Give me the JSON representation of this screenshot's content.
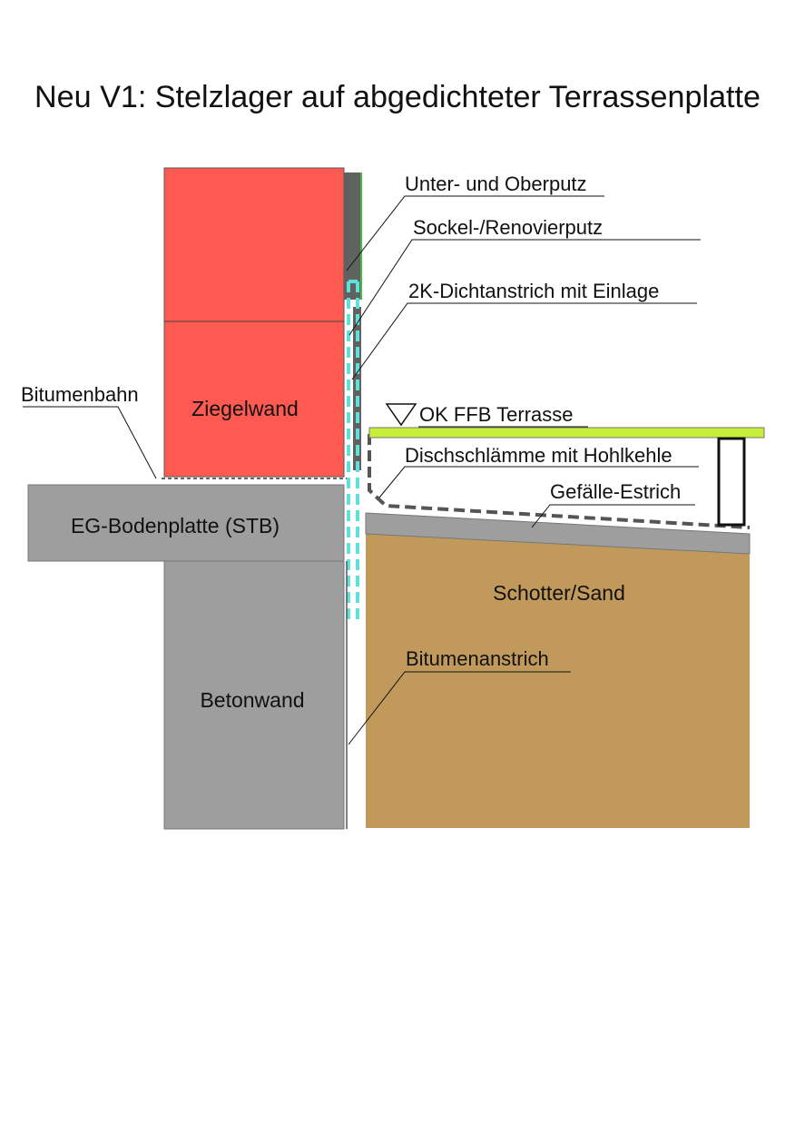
{
  "title": "Neu V1: Stelzlager auf abgedichteter Terrassenplatte",
  "materials": {
    "brick_wall": "Ziegelwand",
    "floor_slab": "EG-Bodenplatte (STB)",
    "concrete_wall": "Betonwand",
    "gravel": "Schotter/Sand"
  },
  "callouts": {
    "plaster": "Unter- und Oberputz",
    "socle_plaster": "Sockel-/Renovierputz",
    "sealing_coat": "2K-Dichtanstrich mit Einlage",
    "bitumen_sheet": "Bitumenbahn",
    "floor_level": "OK FFB Terrasse",
    "slurry": "Dischschlämme mit Hohlkehle",
    "screed": "Gefälle-Estrich",
    "bitumen_coat": "Bitumenanstrich"
  },
  "colors": {
    "brick": "#ff5a52",
    "concrete": "#9e9e9e",
    "gravel": "#c19a5b",
    "deck": "#c6ef3a",
    "membrane": "#5fe0d8",
    "dark": "#555555",
    "plaster_accent": "#3fbf3f"
  }
}
